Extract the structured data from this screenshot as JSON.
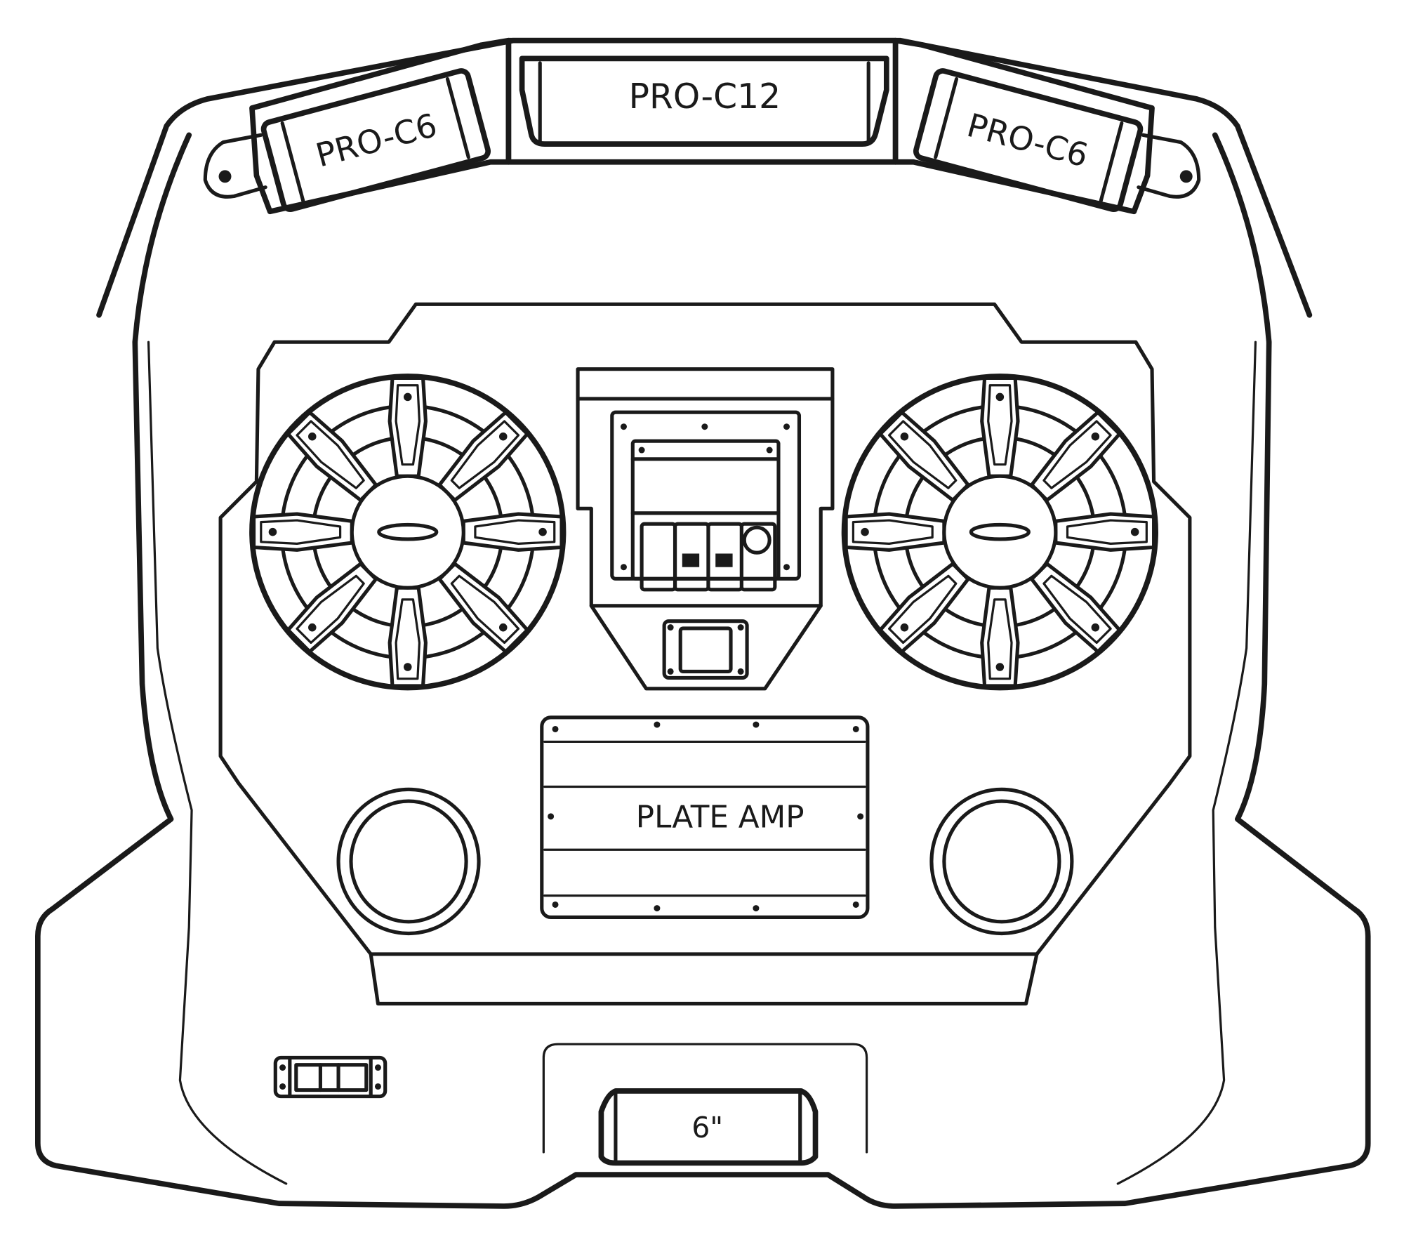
{
  "diagram": {
    "title": "Speaker enclosure front view",
    "colors": {
      "line": "#1a1a1a",
      "background": "#ffffff"
    },
    "labels": {
      "top_center": "PRO-C12",
      "top_left": "PRO-C6",
      "top_right": "PRO-C6",
      "amplifier": "PLATE AMP",
      "bottom_speaker": "6\""
    },
    "components": [
      {
        "id": "left-speaker",
        "type": "speaker-grille",
        "spokes": 8
      },
      {
        "id": "right-speaker",
        "type": "speaker-grille",
        "spokes": 8
      },
      {
        "id": "control-panel",
        "type": "switch-panel",
        "switches": 4
      },
      {
        "id": "plate-amp",
        "type": "amplifier"
      },
      {
        "id": "left-port",
        "type": "round-port"
      },
      {
        "id": "right-port",
        "type": "round-port"
      },
      {
        "id": "rocker-switch",
        "type": "switch",
        "segments": 3
      }
    ]
  }
}
